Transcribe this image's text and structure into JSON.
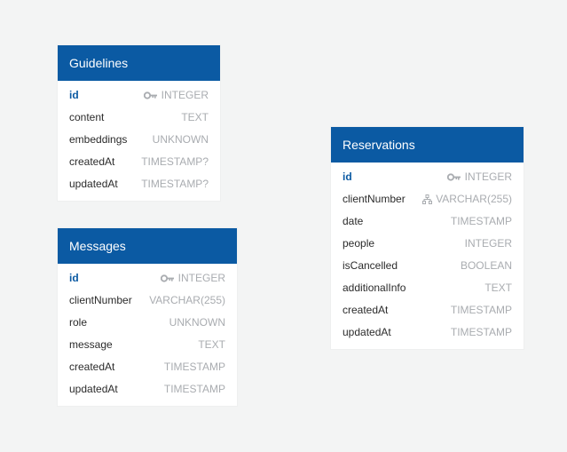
{
  "colors": {
    "header_bg": "#0b5aa3",
    "background": "#f3f4f4",
    "type_text": "#a9acb0",
    "pk_text": "#0b5aa3"
  },
  "tables": [
    {
      "name": "Guidelines",
      "columns": [
        {
          "name": "id",
          "type": "INTEGER",
          "icon": "key-icon"
        },
        {
          "name": "content",
          "type": "TEXT"
        },
        {
          "name": "embeddings",
          "type": "UNKNOWN"
        },
        {
          "name": "createdAt",
          "type": "TIMESTAMP?"
        },
        {
          "name": "updatedAt",
          "type": "TIMESTAMP?"
        }
      ]
    },
    {
      "name": "Messages",
      "columns": [
        {
          "name": "id",
          "type": "INTEGER",
          "icon": "key-icon"
        },
        {
          "name": "clientNumber",
          "type": "VARCHAR(255)"
        },
        {
          "name": "role",
          "type": "UNKNOWN"
        },
        {
          "name": "message",
          "type": "TEXT"
        },
        {
          "name": "createdAt",
          "type": "TIMESTAMP"
        },
        {
          "name": "updatedAt",
          "type": "TIMESTAMP"
        }
      ]
    },
    {
      "name": "Reservations",
      "columns": [
        {
          "name": "id",
          "type": "INTEGER",
          "icon": "key-icon"
        },
        {
          "name": "clientNumber",
          "type": "VARCHAR(255)",
          "icon": "relation-icon"
        },
        {
          "name": "date",
          "type": "TIMESTAMP"
        },
        {
          "name": "people",
          "type": "INTEGER"
        },
        {
          "name": "isCancelled",
          "type": "BOOLEAN"
        },
        {
          "name": "additionalInfo",
          "type": "TEXT"
        },
        {
          "name": "createdAt",
          "type": "TIMESTAMP"
        },
        {
          "name": "updatedAt",
          "type": "TIMESTAMP"
        }
      ]
    }
  ]
}
